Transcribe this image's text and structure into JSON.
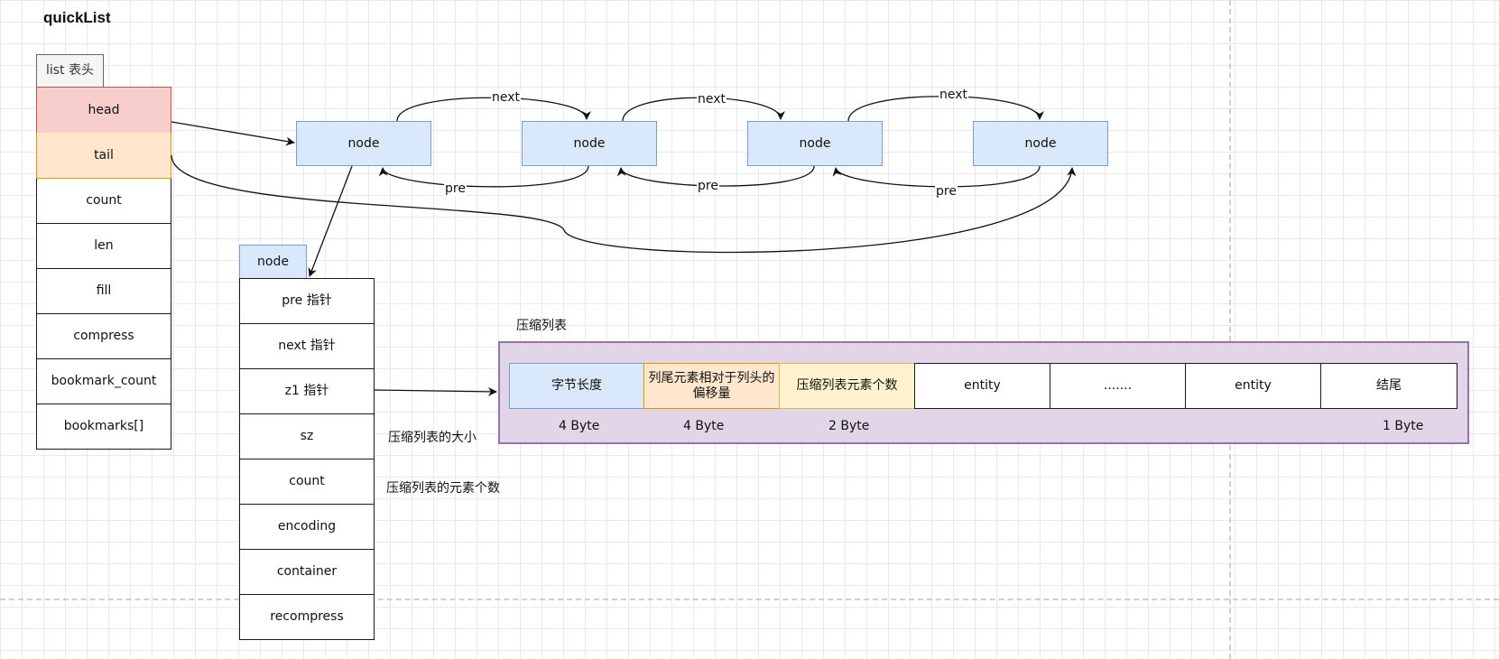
{
  "title": "quickList",
  "list_header": {
    "tab": "list 表头",
    "fields": [
      "head",
      "tail",
      "count",
      "len",
      "fill",
      "compress",
      "bookmark_count",
      "bookmarks[]"
    ]
  },
  "chain": {
    "nodes": [
      "node",
      "node",
      "node",
      "node"
    ],
    "next_label": "next",
    "pre_label": "pre"
  },
  "node_struct": {
    "tab": "node",
    "fields": [
      "pre 指针",
      "next 指针",
      "z1 指针",
      "sz",
      "count",
      "encoding",
      "container",
      "recompress"
    ],
    "notes": {
      "sz": "压缩列表的大小",
      "count": "压缩列表的元素个数"
    }
  },
  "ziplist": {
    "title": "压缩列表",
    "cells": [
      "字节长度",
      "列尾元素相对于列头的偏移量",
      "压缩列表元素个数",
      "entity",
      ".......",
      "entity",
      "结尾"
    ],
    "sizes": [
      "4 Byte",
      "4 Byte",
      "2 Byte",
      "1 Byte"
    ]
  },
  "colors": {
    "blue_fill": "#dae8fc",
    "red_fill": "#f8cecc",
    "orange_fill": "#ffe6cc",
    "yellow_fill": "#fff2cc",
    "purple_fill": "#e1d5e7"
  }
}
